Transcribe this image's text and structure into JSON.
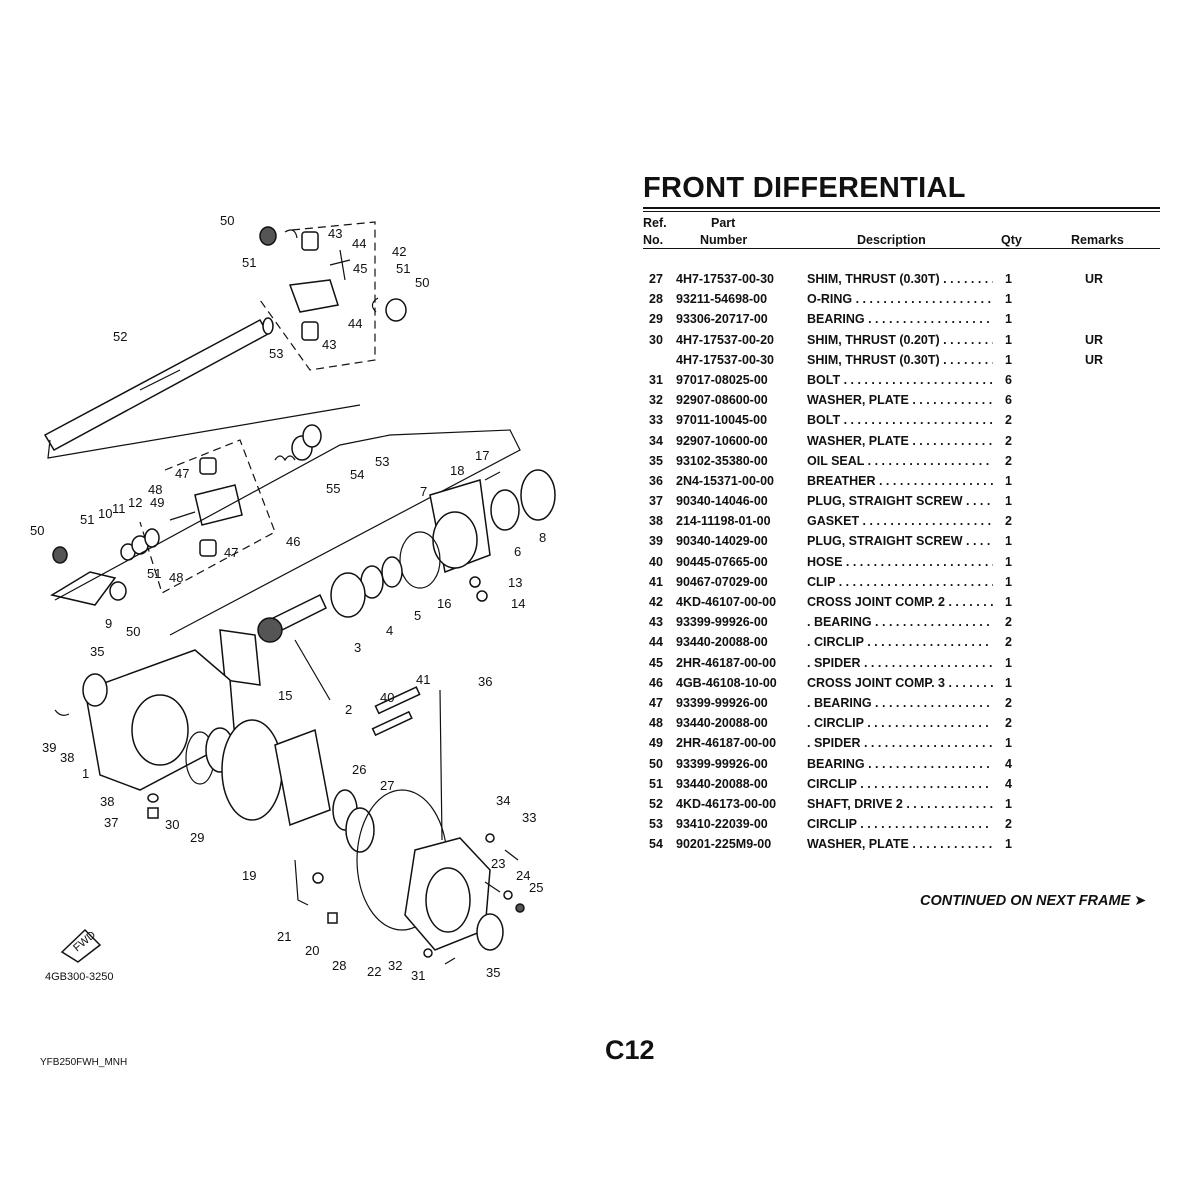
{
  "title": "FRONT DIFFERENTIAL",
  "headers": {
    "ref_line1": "Ref.",
    "ref_line2": "No.",
    "part_line1": "Part",
    "part_line2": "Number",
    "description": "Description",
    "qty": "Qty",
    "remarks": "Remarks"
  },
  "parts": [
    {
      "ref": "27",
      "part": "4H7-17537-00-30",
      "desc": "SHIM, THRUST (0.30T) . . . . . . . . . . . . . . . . . . . .",
      "qty": "1",
      "remarks": "UR"
    },
    {
      "ref": "28",
      "part": "93211-54698-00",
      "desc": "O-RING . . . . . . . . . . . . . . . . . . . . . . . . . . . . . . .",
      "qty": "1",
      "remarks": ""
    },
    {
      "ref": "29",
      "part": "93306-20717-00",
      "desc": "BEARING . . . . . . . . . . . . . . . . . . . . . . . . . . . . . .",
      "qty": "1",
      "remarks": ""
    },
    {
      "ref": "30",
      "part": "4H7-17537-00-20",
      "desc": "SHIM, THRUST (0.20T) . . . . . . . . . . . . . . . . . . . .",
      "qty": "1",
      "remarks": "UR"
    },
    {
      "ref": "",
      "part": "4H7-17537-00-30",
      "desc": "SHIM, THRUST (0.30T) . . . . . . . . . . . . . . . . . . . .",
      "qty": "1",
      "remarks": "UR"
    },
    {
      "ref": "31",
      "part": "97017-08025-00",
      "desc": "BOLT . . . . . . . . . . . . . . . . . . . . . . . . . . . . . . . . .",
      "qty": "6",
      "remarks": ""
    },
    {
      "ref": "32",
      "part": "92907-08600-00",
      "desc": "WASHER, PLATE . . . . . . . . . . . . . . . . . . . . . . . .",
      "qty": "6",
      "remarks": ""
    },
    {
      "ref": "33",
      "part": "97011-10045-00",
      "desc": "BOLT . . . . . . . . . . . . . . . . . . . . . . . . . . . . . . . . .",
      "qty": "2",
      "remarks": ""
    },
    {
      "ref": "34",
      "part": "92907-10600-00",
      "desc": "WASHER, PLATE . . . . . . . . . . . . . . . . . . . . . . . .",
      "qty": "2",
      "remarks": ""
    },
    {
      "ref": "35",
      "part": "93102-35380-00",
      "desc": "OIL SEAL . . . . . . . . . . . . . . . . . . . . . . . . . . . . .",
      "qty": "2",
      "remarks": ""
    },
    {
      "ref": "36",
      "part": "2N4-15371-00-00",
      "desc": "BREATHER . . . . . . . . . . . . . . . . . . . . . . . . . . . .",
      "qty": "1",
      "remarks": ""
    },
    {
      "ref": "37",
      "part": "90340-14046-00",
      "desc": "PLUG, STRAIGHT SCREW . . . . . . . . . . . . . . . . .",
      "qty": "1",
      "remarks": ""
    },
    {
      "ref": "38",
      "part": "214-11198-01-00",
      "desc": "GASKET . . . . . . . . . . . . . . . . . . . . . . . . . . . . . .",
      "qty": "2",
      "remarks": ""
    },
    {
      "ref": "39",
      "part": "90340-14029-00",
      "desc": "PLUG, STRAIGHT SCREW . . . . . . . . . . . . . . . . .",
      "qty": "1",
      "remarks": ""
    },
    {
      "ref": "40",
      "part": "90445-07665-00",
      "desc": "HOSE . . . . . . . . . . . . . . . . . . . . . . . . . . . . . . . .",
      "qty": "1",
      "remarks": ""
    },
    {
      "ref": "41",
      "part": "90467-07029-00",
      "desc": "CLIP . . . . . . . . . . . . . . . . . . . . . . . . . . . . . . . . .",
      "qty": "1",
      "remarks": ""
    },
    {
      "ref": "42",
      "part": "4KD-46107-00-00",
      "desc": "CROSS JOINT COMP. 2 . . . . . . . . . . . . . . . . . . . .",
      "qty": "1",
      "remarks": ""
    },
    {
      "ref": "43",
      "part": "93399-99926-00",
      "desc": ". BEARING . . . . . . . . . . . . . . . . . . . . . . . . . . . . .",
      "qty": "2",
      "remarks": ""
    },
    {
      "ref": "44",
      "part": "93440-20088-00",
      "desc": ". CIRCLIP . . . . . . . . . . . . . . . . . . . . . . . . . . . . . .",
      "qty": "2",
      "remarks": ""
    },
    {
      "ref": "45",
      "part": "2HR-46187-00-00",
      "desc": ". SPIDER . . . . . . . . . . . . . . . . . . . . . . . . . . . . . .",
      "qty": "1",
      "remarks": ""
    },
    {
      "ref": "46",
      "part": "4GB-46108-10-00",
      "desc": "CROSS JOINT COMP. 3 . . . . . . . . . . . . . . . . . . . .",
      "qty": "1",
      "remarks": ""
    },
    {
      "ref": "47",
      "part": "93399-99926-00",
      "desc": ". BEARING . . . . . . . . . . . . . . . . . . . . . . . . . . . . .",
      "qty": "2",
      "remarks": ""
    },
    {
      "ref": "48",
      "part": "93440-20088-00",
      "desc": ". CIRCLIP . . . . . . . . . . . . . . . . . . . . . . . . . . . . . .",
      "qty": "2",
      "remarks": ""
    },
    {
      "ref": "49",
      "part": "2HR-46187-00-00",
      "desc": ". SPIDER . . . . . . . . . . . . . . . . . . . . . . . . . . . . . .",
      "qty": "1",
      "remarks": ""
    },
    {
      "ref": "50",
      "part": "93399-99926-00",
      "desc": "BEARING . . . . . . . . . . . . . . . . . . . . . . . . . . . . . .",
      "qty": "4",
      "remarks": ""
    },
    {
      "ref": "51",
      "part": "93440-20088-00",
      "desc": "CIRCLIP . . . . . . . . . . . . . . . . . . . . . . . . . . . . . . .",
      "qty": "4",
      "remarks": ""
    },
    {
      "ref": "52",
      "part": "4KD-46173-00-00",
      "desc": "SHAFT, DRIVE 2 . . . . . . . . . . . . . . . . . . . . . . . .",
      "qty": "1",
      "remarks": ""
    },
    {
      "ref": "53",
      "part": "93410-22039-00",
      "desc": "CIRCLIP . . . . . . . . . . . . . . . . . . . . . . . . . . . . . . .",
      "qty": "2",
      "remarks": ""
    },
    {
      "ref": "54",
      "part": "90201-225M9-00",
      "desc": "WASHER, PLATE . . . . . . . . . . . . . . . . . . . . . . . .",
      "qty": "1",
      "remarks": ""
    }
  ],
  "continued": "CONTINUED ON NEXT FRAME ➤",
  "page_code": "C12",
  "footer_code": "YFB250FWH_MNH",
  "diagram": {
    "fwd_label": "FWD",
    "drawing_code": "4GB300-3250",
    "callouts": [
      "50",
      "51",
      "43",
      "44",
      "42",
      "45",
      "51",
      "50",
      "44",
      "43",
      "53",
      "52",
      "53",
      "54",
      "55",
      "47",
      "48",
      "49",
      "12",
      "11",
      "10",
      "51",
      "50",
      "46",
      "47",
      "51",
      "48",
      "9",
      "50",
      "17",
      "18",
      "7",
      "6",
      "8",
      "13",
      "14",
      "16",
      "5",
      "4",
      "3",
      "2",
      "15",
      "35",
      "39",
      "38",
      "1",
      "38",
      "37",
      "30",
      "29",
      "26",
      "27",
      "19",
      "34",
      "33",
      "23",
      "24",
      "25",
      "21",
      "20",
      "28",
      "22",
      "32",
      "31",
      "35",
      "36",
      "41",
      "40"
    ]
  }
}
